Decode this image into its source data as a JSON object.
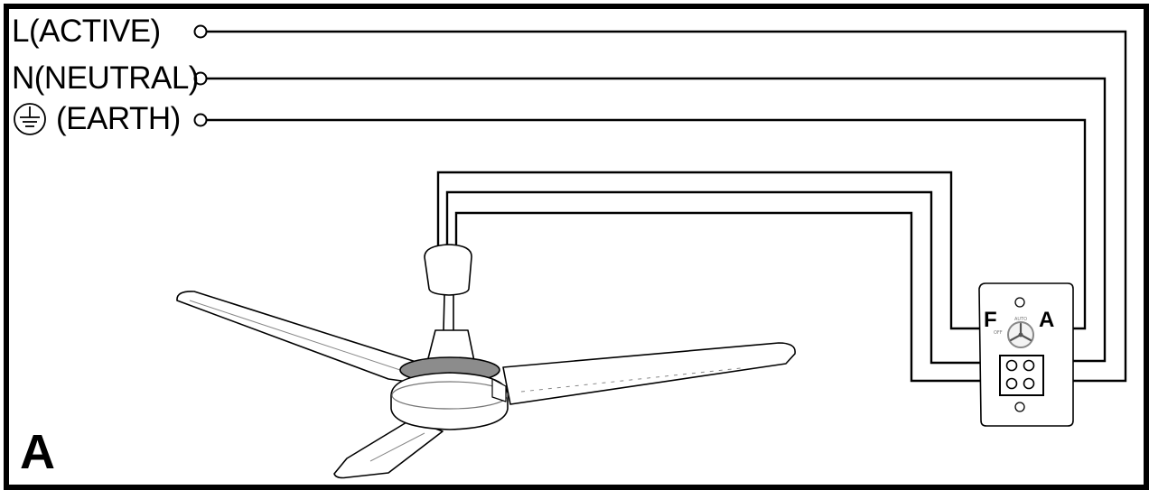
{
  "terminals": [
    {
      "id": "active",
      "label": "L(ACTIVE)"
    },
    {
      "id": "neutral",
      "label": "N(NEUTRAL)"
    },
    {
      "id": "earth",
      "label": "(EARTH)",
      "icon": "earth-ground-icon"
    }
  ],
  "controller": {
    "left_letter": "F",
    "right_letter": "A",
    "dial_top_text": "AUTO",
    "dial_side_text": "OFF",
    "icon": "fan-icon"
  },
  "figure_label": "A",
  "colors": {
    "line": "#000000",
    "background": "#ffffff",
    "fan_shade": "#8c8c8c"
  }
}
